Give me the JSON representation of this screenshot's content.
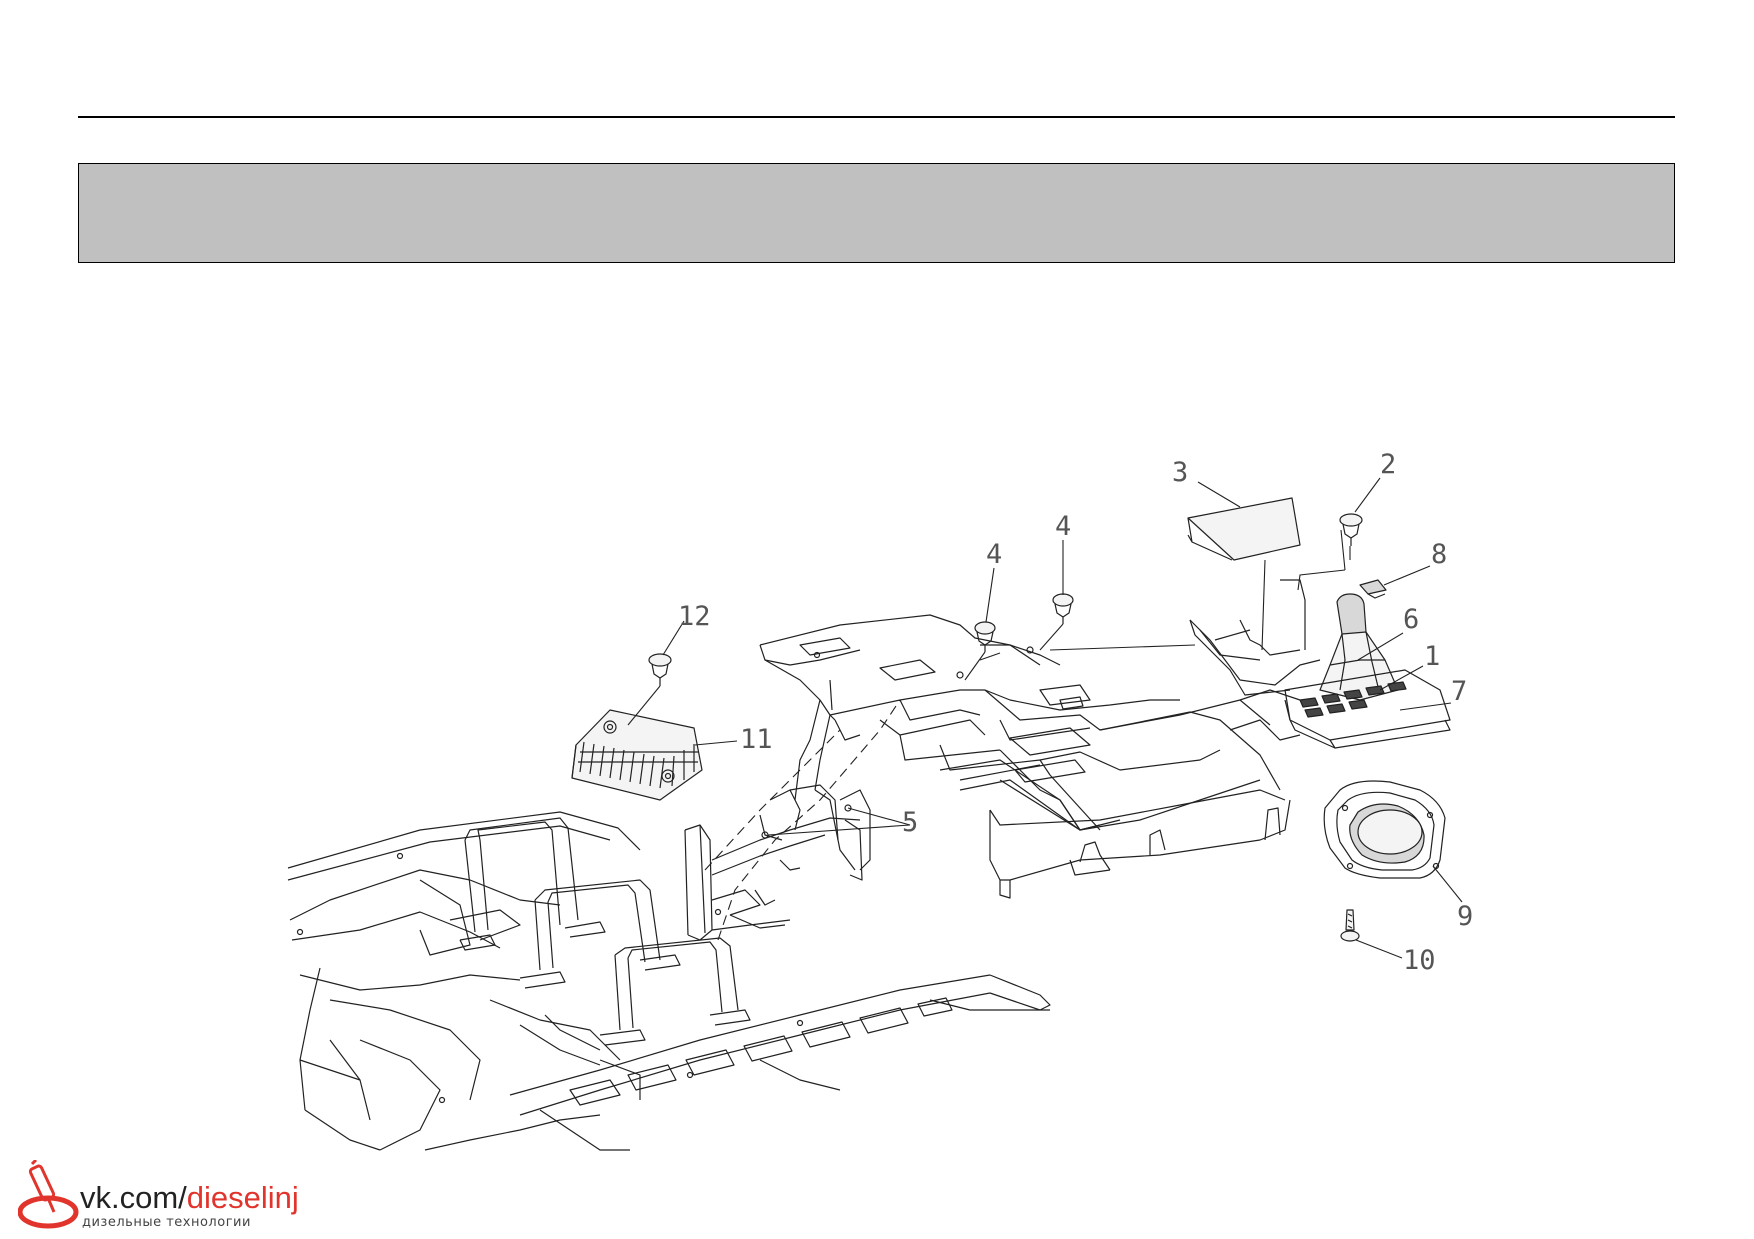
{
  "callouts": {
    "c1": "1",
    "c2": "2",
    "c3": "3",
    "c4a": "4",
    "c4b": "4",
    "c5": "5",
    "c6": "6",
    "c7": "7",
    "c8": "8",
    "c9": "9",
    "c10": "10",
    "c11": "11",
    "c12": "12"
  },
  "watermark": {
    "url_prefix": "vk.com/",
    "url_accent": "dieselinj",
    "subtitle": "дизельные технологии",
    "accent_color": "#e0342c",
    "icon": "injector-logo-icon"
  }
}
